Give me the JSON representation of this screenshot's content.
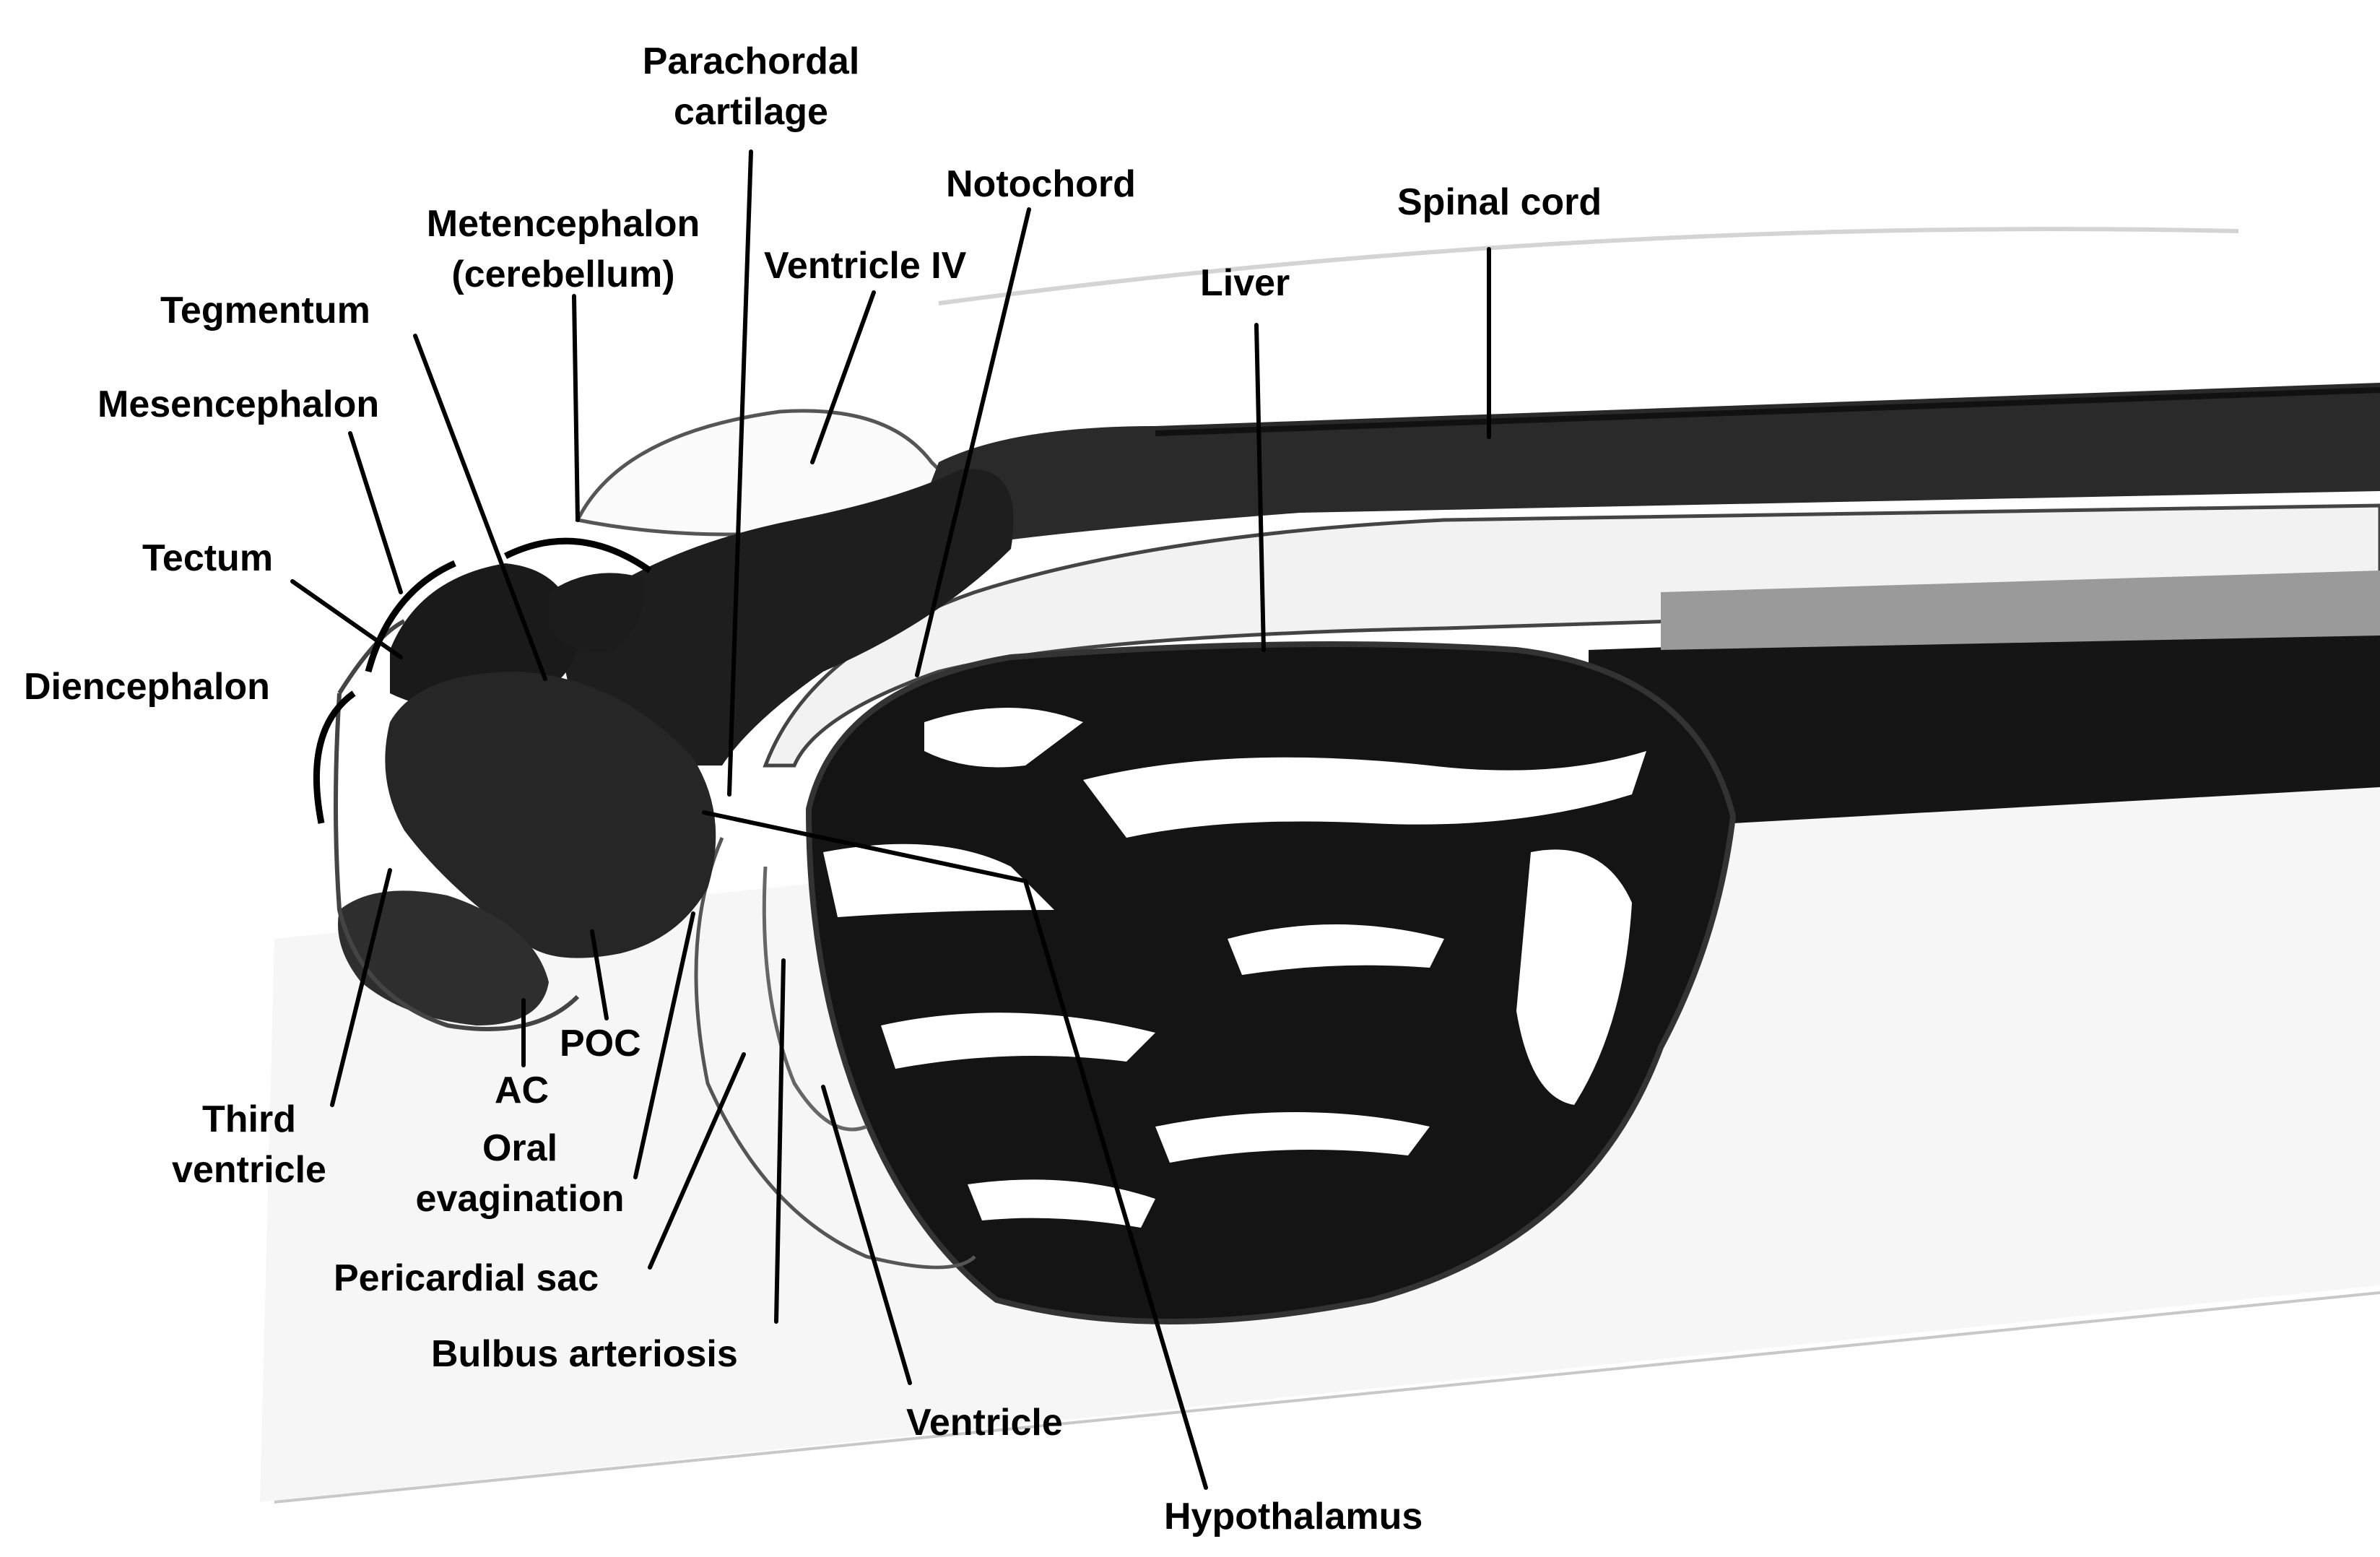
{
  "labels": {
    "parachordal_cartilage": [
      "Parachordal",
      "cartilage"
    ],
    "notochord": "Notochord",
    "spinal_cord": "Spinal cord",
    "metencephalon": [
      "Metencephalon",
      "(cerebellum)"
    ],
    "ventricle_iv": "Ventricle IV",
    "liver": "Liver",
    "tegmentum": "Tegmentum",
    "mesencephalon": "Mesencephalon",
    "tectum": "Tectum",
    "diencephalon": "Diencephalon",
    "third_ventricle": [
      "Third",
      "ventricle"
    ],
    "ac": "AC",
    "poc": "POC",
    "oral_evagination": [
      "Oral",
      "evagination"
    ],
    "pericardial_sac": "Pericardial sac",
    "bulbus_arteriosis": "Bulbus arteriosis",
    "ventricle": "Ventricle",
    "hypothalamus": "Hypothalamus"
  },
  "colors": {
    "tissue_dark": "#141414",
    "tissue_mid": "#4a4a4a",
    "background": "#ffffff",
    "leader_line": "#000000"
  }
}
